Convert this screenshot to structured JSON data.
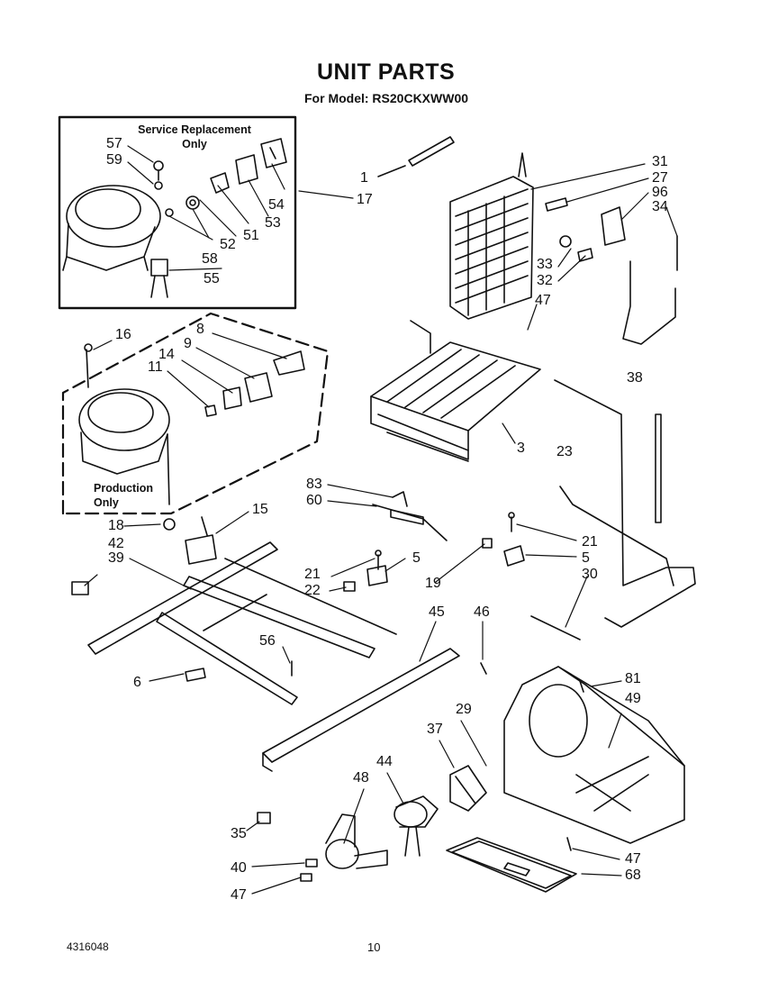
{
  "header": {
    "title": "UNIT PARTS",
    "subtitle": "For Model: RS20CKXWW00"
  },
  "boxes": {
    "service_replacement": "Service Replacement\nOnly",
    "production": "Production\nOnly"
  },
  "callouts": {
    "c57": "57",
    "c59": "59",
    "c58": "58",
    "c52": "52",
    "c51": "51",
    "c53": "53",
    "c54": "54",
    "c55": "55",
    "c1": "1",
    "c17": "17",
    "c31": "31",
    "c27": "27",
    "c96": "96",
    "c34": "34",
    "c33": "33",
    "c32": "32",
    "c47a": "47",
    "c16": "16",
    "c8": "8",
    "c9": "9",
    "c14": "14",
    "c11": "11",
    "c3": "3",
    "c38": "38",
    "c23": "23",
    "c83": "83",
    "c60": "60",
    "c18": "18",
    "c15": "15",
    "c42": "42",
    "c39": "39",
    "c21a": "21",
    "c5a": "5",
    "c22": "22",
    "c19": "19",
    "c21b": "21",
    "c5b": "5",
    "c30": "30",
    "c45": "45",
    "c46": "46",
    "c56": "56",
    "c6": "6",
    "c81": "81",
    "c49": "49",
    "c29": "29",
    "c37": "37",
    "c44": "44",
    "c48": "48",
    "c35": "35",
    "c40": "40",
    "c47b": "47",
    "c47c": "47",
    "c68": "68"
  },
  "footer": {
    "doc_number": "4316048",
    "page_number": "10"
  }
}
